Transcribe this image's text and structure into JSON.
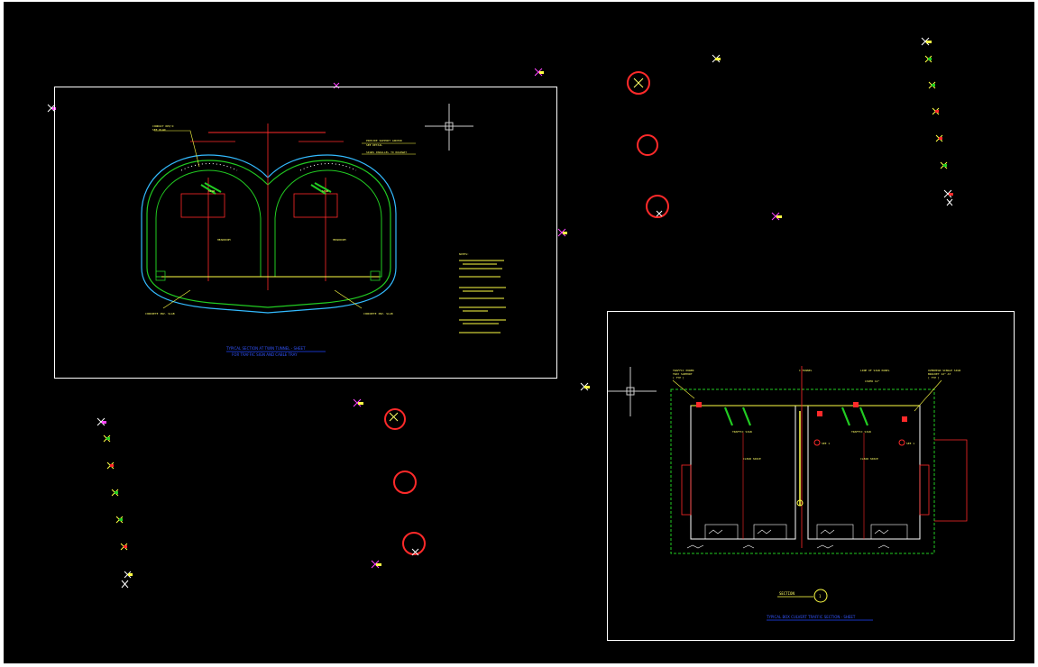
{
  "viewport": {
    "background": "#000000",
    "cursor_icon": "crosshair-icon",
    "marker_icon": "tagged-point-icon",
    "revision_cloud_icon": "revision-cloud-icon"
  },
  "sheets": {
    "tunnel": {
      "notes_title": "NOTES:",
      "title_line1": "TYPICAL SECTION AT TWIN TUNNEL - SHEET",
      "title_line2": "FOR TRAFFIC SIGN AND CABLE TRAY",
      "left_callout": "CONCRETE INV. SLAB",
      "right_callout": "CONCRETE INV. SLAB"
    },
    "section": {
      "label": "SECTION",
      "number": "1",
      "title": "TYPICAL BOX CULVERT TRAFFIC SECTION - SHEET"
    }
  },
  "colors": {
    "cad_green": "#22cc22",
    "cad_yellow": "#ffff44",
    "cad_red": "#ff2a2a",
    "cad_cyan": "#33bbff",
    "cad_blue": "#2244ff",
    "cad_magenta": "#ff44ff",
    "sheet_border": "#ffffff"
  }
}
